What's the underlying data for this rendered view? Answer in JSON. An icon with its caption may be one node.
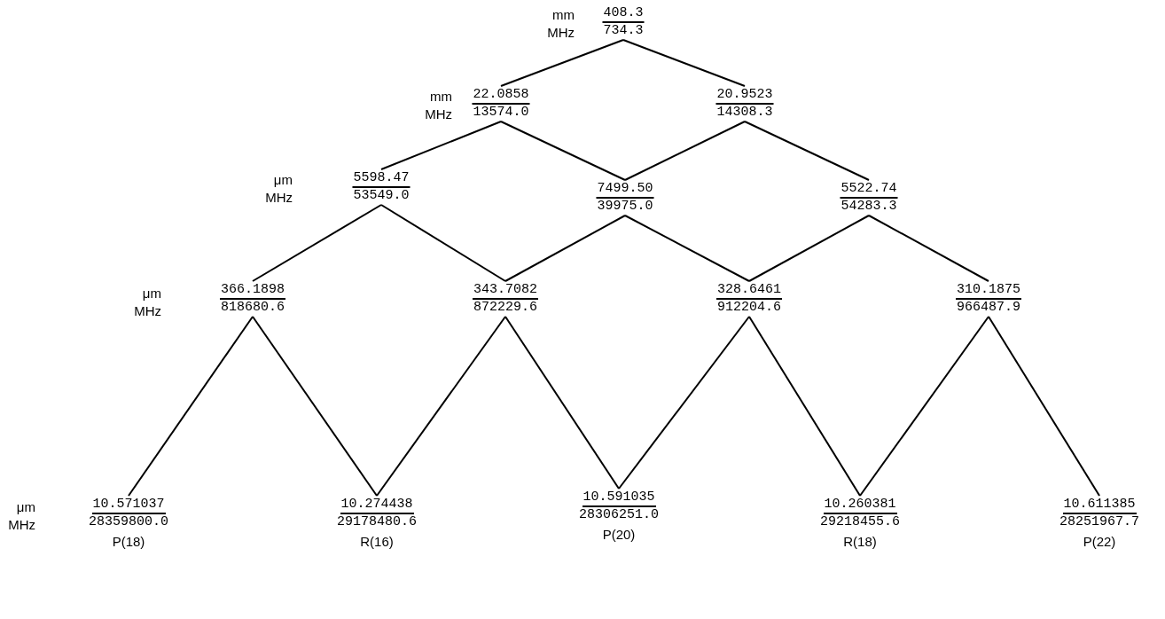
{
  "diagram": {
    "nodes": [
      {
        "text": [
          "408.3",
          "734.3"
        ]
      },
      {
        "text": [
          "22.0858",
          "13574.0"
        ]
      },
      {
        "text": [
          "20.9523",
          "14308.3"
        ]
      },
      {
        "text": [
          "5598.47",
          "53549.0"
        ]
      },
      {
        "text": [
          "7499.50",
          "39975.0"
        ]
      },
      {
        "text": [
          "5522.74",
          "54283.3"
        ]
      },
      {
        "text": [
          "366.1898",
          "818680.6"
        ]
      },
      {
        "text": [
          "343.7082",
          "872229.6"
        ]
      },
      {
        "text": [
          "328.6461",
          "912204.6"
        ]
      },
      {
        "text": [
          "310.1875",
          "966487.9"
        ]
      },
      {
        "text": [
          "10.571037",
          "28359800.0"
        ],
        "beside": [
          "P(18)"
        ]
      },
      {
        "text": [
          "10.274438",
          "29178480.6"
        ],
        "beside": [
          "R(16)"
        ]
      },
      {
        "text": [
          "10.591035",
          "28306251.0"
        ],
        "beside": [
          "P(20)"
        ]
      },
      {
        "text": [
          "10.260381",
          "29218455.6"
        ],
        "beside": [
          "R(18)"
        ]
      },
      {
        "text": [
          "10.611385",
          "28251967.7"
        ],
        "beside": [
          "P(22)"
        ]
      }
    ],
    "edges": [
      {
        "from": 0,
        "to": 1,
        "arrow": "none"
      },
      {
        "from": 0,
        "to": 2,
        "arrow": "none"
      },
      {
        "from": 1,
        "to": 3,
        "arrow": "none"
      },
      {
        "from": 1,
        "to": 4,
        "arrow": "none"
      },
      {
        "from": 2,
        "to": 4,
        "arrow": "none"
      },
      {
        "from": 2,
        "to": 5,
        "arrow": "none"
      },
      {
        "from": 3,
        "to": 6,
        "arrow": "none"
      },
      {
        "from": 3,
        "to": 7,
        "arrow": "none"
      },
      {
        "from": 4,
        "to": 7,
        "arrow": "none"
      },
      {
        "from": 4,
        "to": 8,
        "arrow": "none"
      },
      {
        "from": 5,
        "to": 8,
        "arrow": "none"
      },
      {
        "from": 5,
        "to": 9,
        "arrow": "none"
      },
      {
        "from": 6,
        "to": 10,
        "arrow": "none"
      },
      {
        "from": 6,
        "to": 11,
        "arrow": "none"
      },
      {
        "from": 7,
        "to": 11,
        "arrow": "none"
      },
      {
        "from": 7,
        "to": 12,
        "arrow": "none"
      },
      {
        "from": 8,
        "to": 12,
        "arrow": "none"
      },
      {
        "from": 8,
        "to": 13,
        "arrow": "none"
      },
      {
        "from": 9,
        "to": 13,
        "arrow": "none"
      },
      {
        "from": 9,
        "to": 14,
        "arrow": "none"
      }
    ],
    "labels": [
      "mm",
      "MHz",
      "mm",
      "MHz",
      "μm",
      "MHz",
      "μm",
      "MHz",
      "μm",
      "MHz"
    ]
  }
}
